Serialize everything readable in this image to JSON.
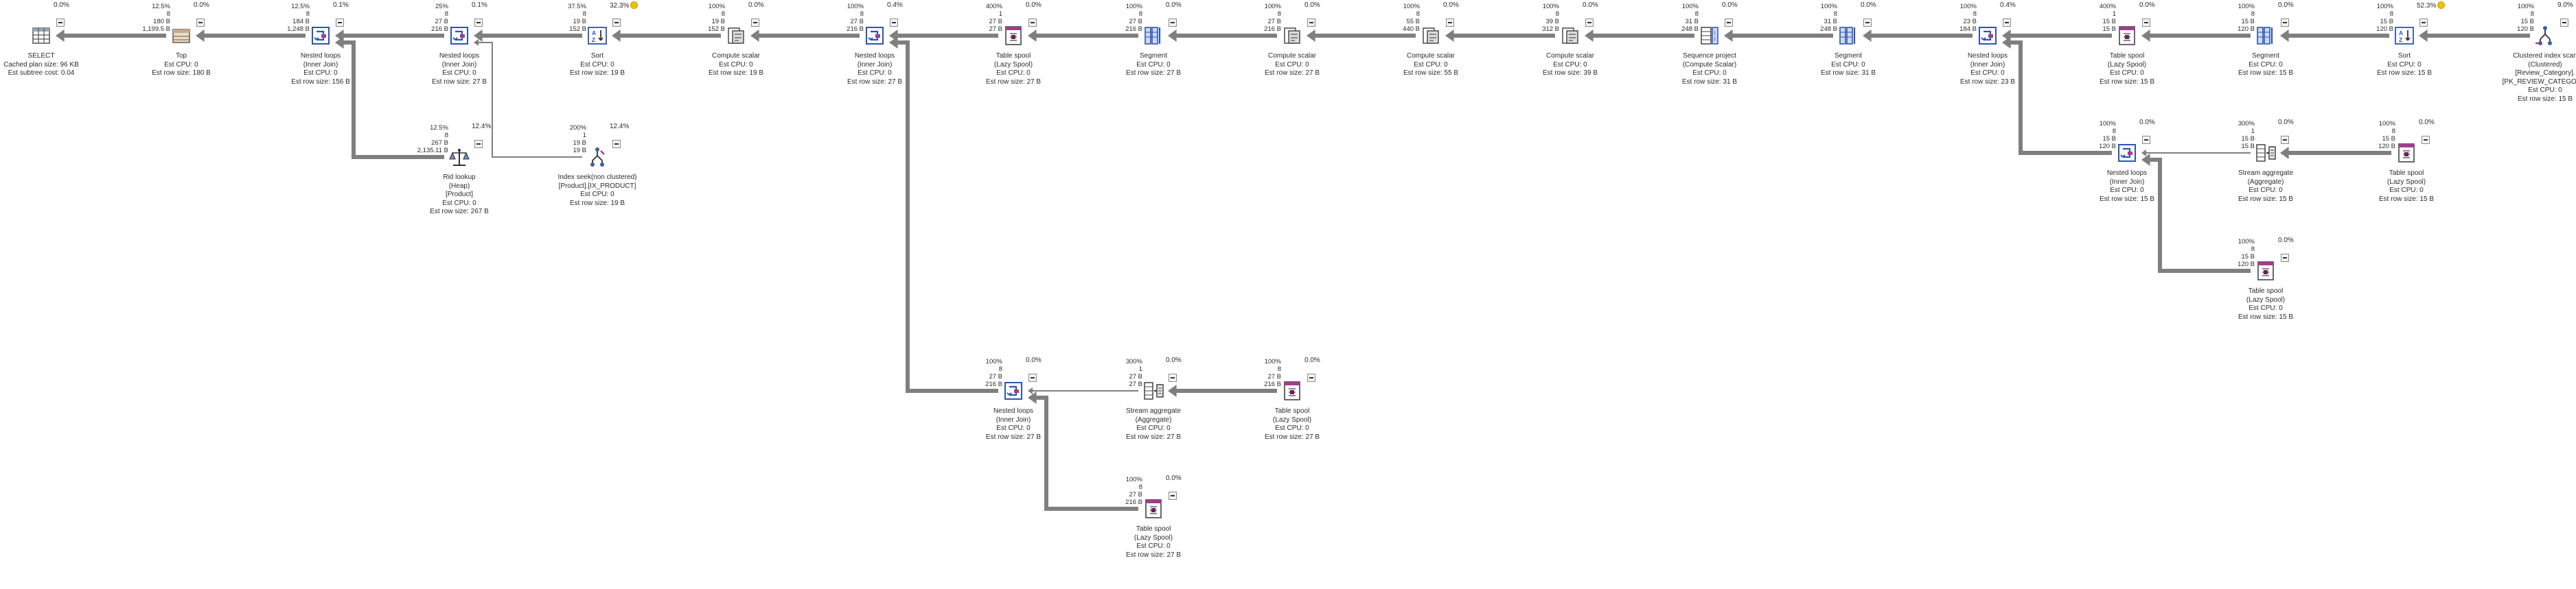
{
  "operators": [
    {
      "key": "select",
      "icon": "select",
      "name": "SELECT",
      "stats": [],
      "percent": "0.0%",
      "lines": [
        "Cached plan size: 96 KB",
        "Est subtree cost: 0.04"
      ]
    },
    {
      "key": "top",
      "icon": "top",
      "name": "Top",
      "stats": [
        "12.5%",
        "8",
        "180 B",
        "1,199.5 B"
      ],
      "percent": "0.0%",
      "lines": [
        "Est CPU: 0",
        "Est row size: 180 B"
      ]
    },
    {
      "key": "nl1",
      "icon": "nested",
      "name": "Nested loops",
      "stats": [
        "12.5%",
        "8",
        "184 B",
        "1,248 B"
      ],
      "percent": "0.1%",
      "lines": [
        "(Inner Join)",
        "Est CPU: 0",
        "Est row size: 156 B"
      ]
    },
    {
      "key": "rid",
      "icon": "rid",
      "name": "Rid lookup",
      "stats": [
        "12.5%",
        "8",
        "267 B",
        "2,135.11 B"
      ],
      "percent": "12.4%",
      "lines": [
        "(Heap)",
        "[Product]",
        "Est CPU: 0",
        "Est row size: 267 B"
      ]
    },
    {
      "key": "nl2",
      "icon": "nested",
      "name": "Nested loops",
      "stats": [
        "25%",
        "8",
        "27 B",
        "216 B"
      ],
      "percent": "0.1%",
      "lines": [
        "(Inner Join)",
        "Est CPU: 0",
        "Est row size: 27 B"
      ]
    },
    {
      "key": "seek",
      "icon": "seek",
      "name": "Index seek(non clustered)",
      "stats": [
        "200%",
        "1",
        "19 B",
        "19 B"
      ],
      "percent": "12.4%",
      "lines": [
        "[Product].[IX_PRODUCT]",
        "Est CPU: 0",
        "Est row size: 19 B"
      ]
    },
    {
      "key": "sort1",
      "icon": "sort",
      "name": "Sort",
      "stats": [
        "37.5%",
        "8",
        "19 B",
        "152 B"
      ],
      "percent": "32.3%",
      "warn": true,
      "lines": [
        "Est CPU: 0",
        "Est row size: 19 B"
      ]
    },
    {
      "key": "cs1",
      "icon": "compute",
      "name": "Compute scalar",
      "stats": [
        "100%",
        "8",
        "19 B",
        "152 B"
      ],
      "percent": "0.0%",
      "lines": [
        "Est CPU: 0",
        "Est row size: 19 B"
      ]
    },
    {
      "key": "nl3",
      "icon": "nested",
      "name": "Nested loops",
      "stats": [
        "100%",
        "8",
        "27 B",
        "216 B"
      ],
      "percent": "0.4%",
      "lines": [
        "(Inner Join)",
        "Est CPU: 0",
        "Est row size: 27 B"
      ]
    },
    {
      "key": "ts1",
      "icon": "spool",
      "name": "Table spool",
      "stats": [
        "400%",
        "1",
        "27 B",
        "27 B"
      ],
      "percent": "0.0%",
      "lines": [
        "(Lazy Spool)",
        "Est CPU: 0",
        "Est row size: 27 B"
      ]
    },
    {
      "key": "nl4",
      "icon": "nested",
      "name": "Nested loops",
      "stats": [
        "100%",
        "8",
        "27 B",
        "216 B"
      ],
      "percent": "0.0%",
      "lines": [
        "(Inner Join)",
        "Est CPU: 0",
        "Est row size: 27 B"
      ]
    },
    {
      "key": "sa1",
      "icon": "stream",
      "name": "Stream aggregate",
      "stats": [
        "300%",
        "1",
        "27 B",
        "27 B"
      ],
      "percent": "0.0%",
      "lines": [
        "(Aggregate)",
        "Est CPU: 0",
        "Est row size: 27 B"
      ]
    },
    {
      "key": "ts2",
      "icon": "spool",
      "name": "Table spool",
      "stats": [
        "100%",
        "8",
        "27 B",
        "216 B"
      ],
      "percent": "0.0%",
      "lines": [
        "(Lazy Spool)",
        "Est CPU: 0",
        "Est row size: 27 B"
      ]
    },
    {
      "key": "ts3",
      "icon": "spool",
      "name": "Table spool",
      "stats": [
        "100%",
        "8",
        "27 B",
        "216 B"
      ],
      "percent": "0.0%",
      "lines": [
        "(Lazy Spool)",
        "Est CPU: 0",
        "Est row size: 27 B"
      ]
    },
    {
      "key": "seg1",
      "icon": "segment",
      "name": "Segment",
      "stats": [
        "100%",
        "8",
        "27 B",
        "216 B"
      ],
      "percent": "0.0%",
      "lines": [
        "Est CPU: 0",
        "Est row size: 27 B"
      ]
    },
    {
      "key": "cs2",
      "icon": "compute",
      "name": "Compute scalar",
      "stats": [
        "100%",
        "8",
        "27 B",
        "216 B"
      ],
      "percent": "0.0%",
      "lines": [
        "Est CPU: 0",
        "Est row size: 27 B"
      ]
    },
    {
      "key": "cs3",
      "icon": "compute",
      "name": "Compute scalar",
      "stats": [
        "100%",
        "8",
        "55 B",
        "440 B"
      ],
      "percent": "0.0%",
      "lines": [
        "Est CPU: 0",
        "Est row size: 55 B"
      ]
    },
    {
      "key": "cs4",
      "icon": "compute",
      "name": "Compute scalar",
      "stats": [
        "100%",
        "8",
        "39 B",
        "312 B"
      ],
      "percent": "0.0%",
      "lines": [
        "Est CPU: 0",
        "Est row size: 39 B"
      ]
    },
    {
      "key": "seqp",
      "icon": "sequence",
      "name": "Sequence project",
      "stats": [
        "100%",
        "8",
        "31 B",
        "248 B"
      ],
      "percent": "0.0%",
      "lines": [
        "(Compute Scalar)",
        "Est CPU: 0",
        "Est row size: 31 B"
      ]
    },
    {
      "key": "seg2",
      "icon": "segment",
      "name": "Segment",
      "stats": [
        "100%",
        "8",
        "31 B",
        "248 B"
      ],
      "percent": "0.0%",
      "lines": [
        "Est CPU: 0",
        "Est row size: 31 B"
      ]
    },
    {
      "key": "nl5",
      "icon": "nested",
      "name": "Nested loops",
      "stats": [
        "100%",
        "8",
        "23 B",
        "184 B"
      ],
      "percent": "0.4%",
      "lines": [
        "(Inner Join)",
        "Est CPU: 0",
        "Est row size: 23 B"
      ]
    },
    {
      "key": "ts4",
      "icon": "spool",
      "name": "Table spool",
      "stats": [
        "400%",
        "1",
        "15 B",
        "15 B"
      ],
      "percent": "0.0%",
      "lines": [
        "(Lazy Spool)",
        "Est CPU: 0",
        "Est row size: 15 B"
      ]
    },
    {
      "key": "nl6",
      "icon": "nested",
      "name": "Nested loops",
      "stats": [
        "100%",
        "8",
        "15 B",
        "120 B"
      ],
      "percent": "0.0%",
      "lines": [
        "(Inner Join)",
        "Est CPU: 0",
        "Est row size: 15 B"
      ]
    },
    {
      "key": "sa2",
      "icon": "stream",
      "name": "Stream aggregate",
      "stats": [
        "300%",
        "1",
        "15 B",
        "15 B"
      ],
      "percent": "0.0%",
      "lines": [
        "(Aggregate)",
        "Est CPU: 0",
        "Est row size: 15 B"
      ]
    },
    {
      "key": "ts5",
      "icon": "spool",
      "name": "Table spool",
      "stats": [
        "100%",
        "8",
        "15 B",
        "120 B"
      ],
      "percent": "0.0%",
      "lines": [
        "(Lazy Spool)",
        "Est CPU: 0",
        "Est row size: 15 B"
      ]
    },
    {
      "key": "ts6",
      "icon": "spool",
      "name": "Table spool",
      "stats": [
        "100%",
        "8",
        "15 B",
        "120 B"
      ],
      "percent": "0.0%",
      "lines": [
        "(Lazy Spool)",
        "Est CPU: 0",
        "Est row size: 15 B"
      ]
    },
    {
      "key": "seg3",
      "icon": "segment",
      "name": "Segment",
      "stats": [
        "100%",
        "8",
        "15 B",
        "120 B"
      ],
      "percent": "0.0%",
      "lines": [
        "Est CPU: 0",
        "Est row size: 15 B"
      ]
    },
    {
      "key": "sort2",
      "icon": "sort",
      "name": "Sort",
      "stats": [
        "100%",
        "8",
        "15 B",
        "120 B"
      ],
      "percent": "52.3%",
      "warn": true,
      "lines": [
        "Est CPU: 0",
        "Est row size: 15 B"
      ]
    },
    {
      "key": "cis",
      "icon": "clustered",
      "name": "Clustered index scan",
      "stats": [
        "100%",
        "8",
        "15 B",
        "120 B"
      ],
      "percent": "9.0%",
      "lines": [
        "(Clustered)",
        "[Review_Category].",
        "[PK_REVIEW_CATEGORY]",
        "Est CPU: 0",
        "Est row size: 15 B"
      ]
    }
  ]
}
